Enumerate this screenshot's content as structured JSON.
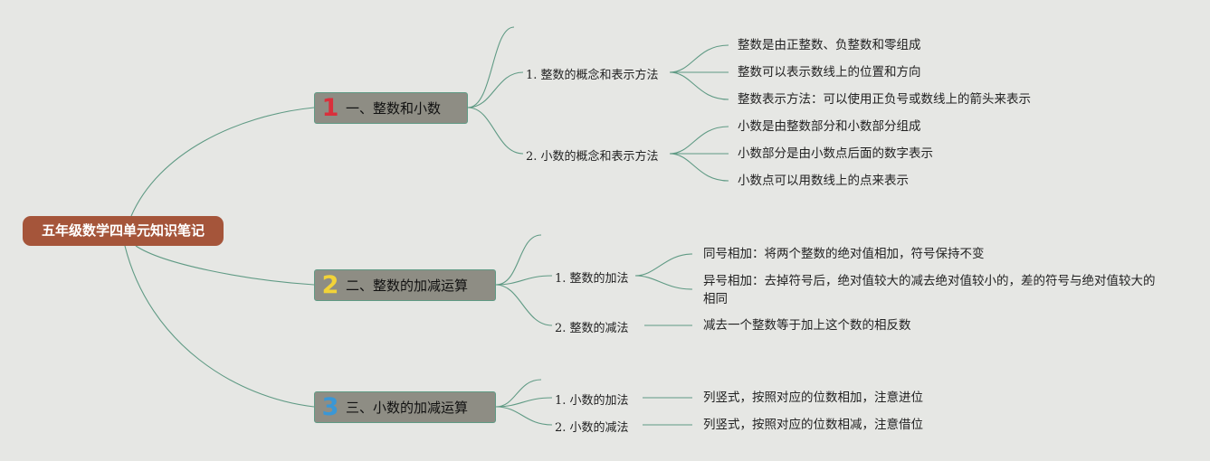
{
  "root": {
    "label": "五年级数学四单元知识笔记",
    "color": "#a5553a"
  },
  "branches": [
    {
      "badge": "1",
      "badge_color": "#d9303c",
      "label": "一、整数和小数",
      "topics": [
        {
          "label": "1. 整数的概念和表示方法",
          "notes": [
            "整数是由正整数、负整数和零组成",
            "整数可以表示数线上的位置和方向",
            "整数表示方法：可以使用正负号或数线上的箭头来表示"
          ]
        },
        {
          "label": "2. 小数的概念和表示方法",
          "notes": [
            "小数是由整数部分和小数部分组成",
            "小数部分是由小数点后面的数字表示",
            "小数点可以用数线上的点来表示"
          ]
        }
      ]
    },
    {
      "badge": "2",
      "badge_color": "#f2d338",
      "label": "二、整数的加减运算",
      "topics": [
        {
          "label": "1. 整数的加法",
          "notes": [
            "同号相加：将两个整数的绝对值相加，符号保持不变",
            "异号相加：去掉符号后，绝对值较大的减去绝对值较小的，差的符号与绝对值较大的相同"
          ]
        },
        {
          "label": "2. 整数的减法",
          "notes": [
            "减去一个整数等于加上这个数的相反数"
          ]
        }
      ]
    },
    {
      "badge": "3",
      "badge_color": "#3a97d6",
      "label": "三、小数的加减运算",
      "topics": [
        {
          "label": "1. 小数的加法",
          "notes": [
            "列竖式，按照对应的位数相加，注意进位"
          ]
        },
        {
          "label": "2. 小数的减法",
          "notes": [
            "列竖式，按照对应的位数相减，注意借位"
          ]
        }
      ]
    }
  ],
  "colors": {
    "background": "#e6e7e4",
    "link": "#5f9a84",
    "node": "#8e8d84"
  }
}
